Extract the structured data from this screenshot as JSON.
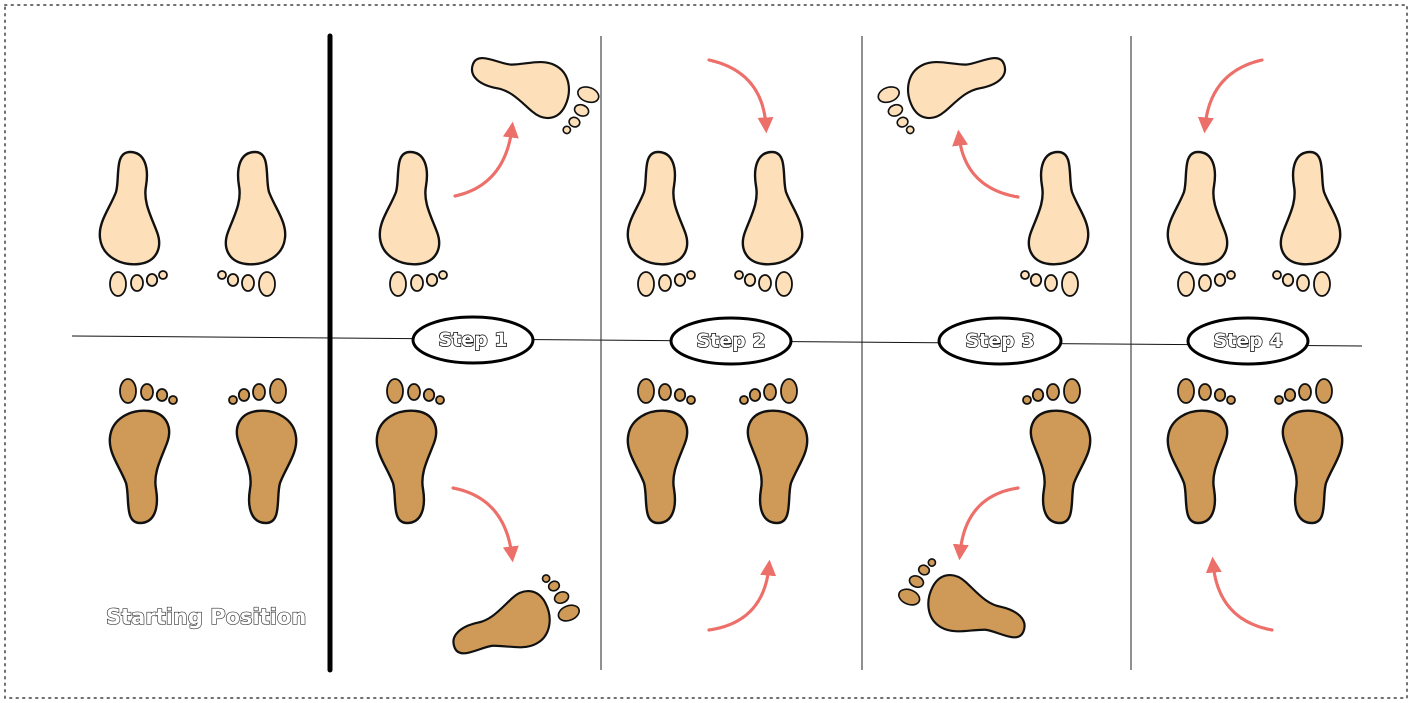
{
  "labels": {
    "starting_position": "Starting Position",
    "step1": "Step 1",
    "step2": "Step 2",
    "step3": "Step 3",
    "step4": "Step 4"
  },
  "colors": {
    "light_foot": "#fde0b9",
    "dark_foot": "#cf9a57",
    "outline": "#111111",
    "arrow": "#ec6f6a",
    "border_dots": "#6e6e6e"
  },
  "icons": {
    "light_foot": "footprint-icon",
    "dark_foot": "footprint-icon",
    "arrow": "curved-arrow-icon"
  }
}
